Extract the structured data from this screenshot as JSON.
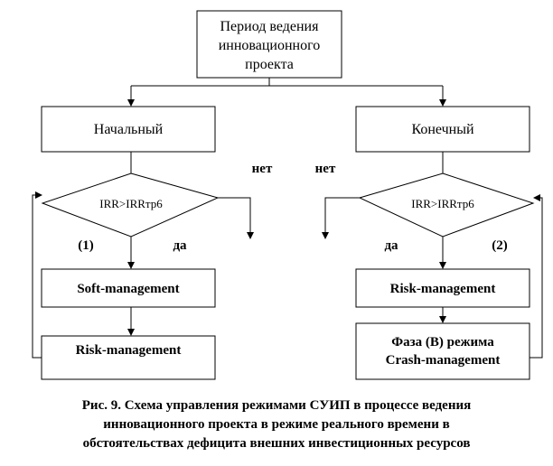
{
  "top_box": {
    "lines": [
      "Период ведения",
      "инновационного",
      "проекта"
    ]
  },
  "left": {
    "phase": "Начальный",
    "condition": "IRR>IRRтр6",
    "no_label": "нет",
    "yes_label": "да",
    "loop_label": "(1)",
    "step1": "Soft-management",
    "step2": "Risk-management"
  },
  "right": {
    "phase": "Конечный",
    "condition": "IRR>IRRтр6",
    "no_label": "нет",
    "yes_label": "да",
    "loop_label": "(2)",
    "step1": "Risk-management",
    "step2_lines": [
      "Фаза (В) режима",
      "Crash-management"
    ]
  },
  "caption": [
    "Рис. 9. Схема управления режимами СУИП в процессе ведения",
    "инновационного проекта в режиме реального времени в",
    "обстоятельствах дефицита внешних инвестиционных ресурсов"
  ]
}
